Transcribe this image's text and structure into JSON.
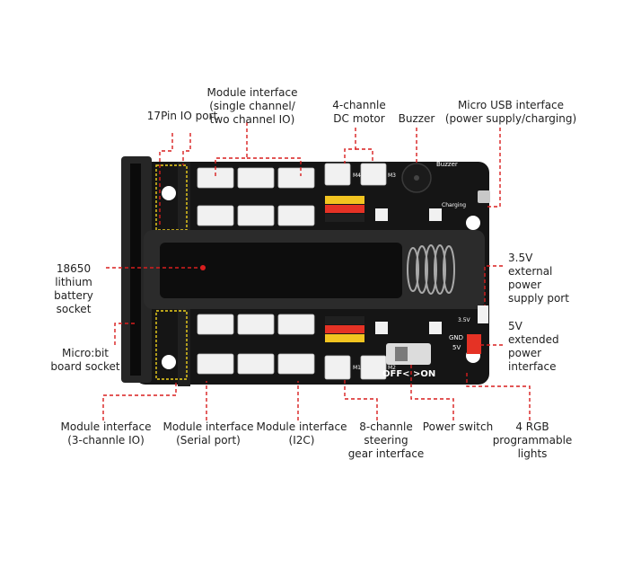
{
  "colors": {
    "board": "#151515",
    "callout": "#d81e1e",
    "header_red": "#e53225",
    "header_yellow": "#f2c420",
    "connector": "#f1f1f1",
    "slot_frame": "#f0d21c"
  },
  "board_text": {
    "buzzer": "Buzzer",
    "charging": "Charging",
    "off_on": "OFF< >ON",
    "gnd": "GND",
    "v5": "5V",
    "v35": "3.5V",
    "m1": "M1",
    "m2": "M2",
    "m3": "M3",
    "m4": "M4"
  },
  "labels": {
    "pin17": "17Pin IO port",
    "module_single_two": "Module interface\n(single channel/\ntwo channel IO)",
    "dc_motor": "4-channle\nDC motor",
    "buzzer": "Buzzer",
    "micro_usb": "Micro USB interface\n(power supply/charging)",
    "battery": "18650\nlithium\nbattery\nsocket",
    "microbit": "Micro:bit\nboard socket",
    "ext_power": "3.5V\nexternal\npower\nsupply port",
    "ext_5v": "5V\nextended\npower\ninterface",
    "module_3io": "Module interface\n(3-channle IO)",
    "module_serial": "Module interface\n(Serial port)",
    "module_i2c": "Module interface\n(I2C)",
    "steering": "8-channle\nsteering\ngear interface",
    "power_switch": "Power switch",
    "rgb": "4 RGB\nprogrammable\nlights"
  }
}
